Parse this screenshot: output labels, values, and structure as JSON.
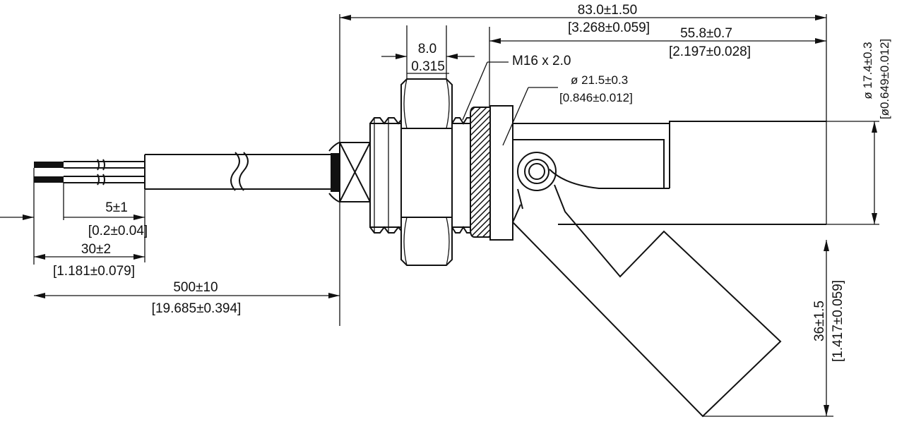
{
  "dimensions": {
    "overall_length": {
      "metric": "83.0±1.50",
      "imperial": "[3.268±0.059]"
    },
    "float_length": {
      "metric": "55.8±0.7",
      "imperial": "[2.197±0.028]"
    },
    "hex_width": {
      "metric": "8.0",
      "imperial": "0.315"
    },
    "thread": {
      "label": "M16 x 2.0"
    },
    "flange_diameter": {
      "metric": "ø 21.5±0.3",
      "imperial": "[0.846±0.012]"
    },
    "float_diameter": {
      "metric": "ø 17.4±0.3",
      "imperial": "[ø0.649±0.012]"
    },
    "wire_strip": {
      "metric": "5±1",
      "imperial": "[0.2±0.04]"
    },
    "wire_lead": {
      "metric": "30±2",
      "imperial": "[1.181±0.079]"
    },
    "cable_length": {
      "metric": "500±10",
      "imperial": "[19.685±0.394]"
    },
    "float_drop": {
      "metric": "36±1.5",
      "imperial": "[1.417±0.059]"
    }
  }
}
